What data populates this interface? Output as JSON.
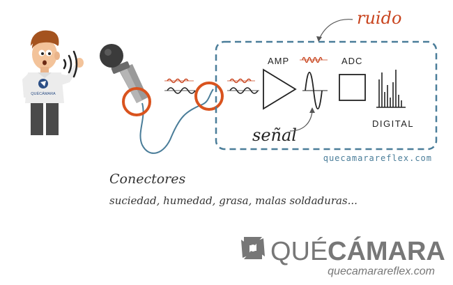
{
  "labels": {
    "noise": "ruido",
    "signal": "señal",
    "amp": "AMP",
    "adc": "ADC",
    "digital": "DIGITAL",
    "box_watermark": "quecamarareflex.com",
    "connectors_title": "Conectores",
    "connectors_causes": "suciedad, humedad, grasa, malas soldaduras..."
  },
  "person_shirt_text": "QUÉCÁMARA",
  "logo": {
    "que": "QUÉ",
    "camara": "CÁMARA",
    "url": "quecamarareflex.com"
  },
  "colors": {
    "noise": "#c8431d",
    "box_border": "#4a7d99",
    "watermark": "#4a7d99",
    "highlight_ring": "#d9531e",
    "cable": "#4a7d99",
    "logo": "#777777"
  },
  "icons": {
    "person": "person-talking-icon",
    "sound_waves": "sound-waves-icon",
    "microphone": "microphone-icon",
    "amplifier": "amplifier-triangle-icon",
    "adc": "adc-box-icon",
    "digital": "digital-spectrum-icon",
    "logo_mark": "aperture-logo-icon"
  }
}
